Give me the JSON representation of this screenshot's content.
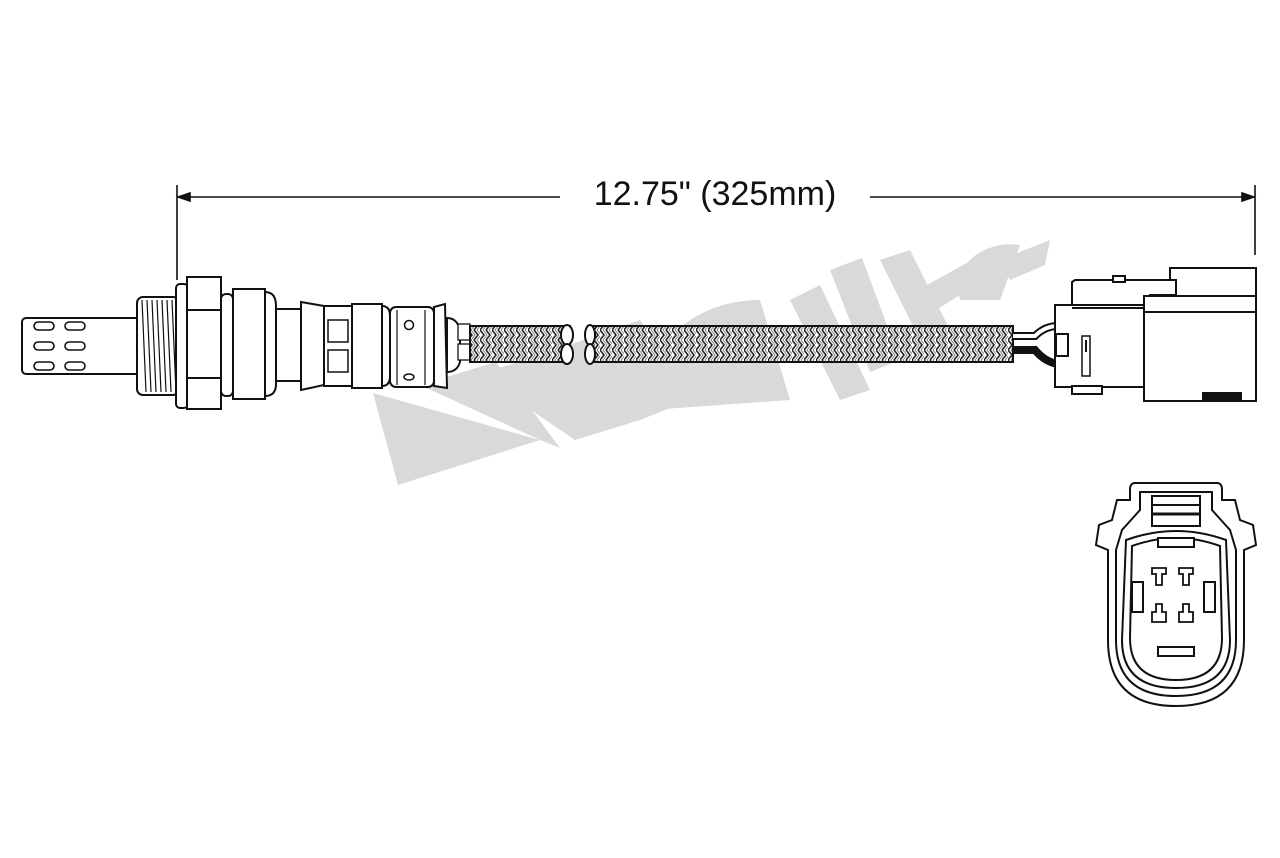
{
  "diagram": {
    "subject": "Oxygen sensor with braided lead and 4-pin connector",
    "dimension": {
      "label": "12.75\" (325mm)",
      "inches": 12.75,
      "millimeters": 325
    },
    "watermark": {
      "text": "Walker",
      "color": "#d9d9d9"
    },
    "connector_face": {
      "pin_count": 4
    },
    "colors": {
      "line": "#111111",
      "background": "#ffffff",
      "braid_fill": "#ffffff"
    }
  }
}
